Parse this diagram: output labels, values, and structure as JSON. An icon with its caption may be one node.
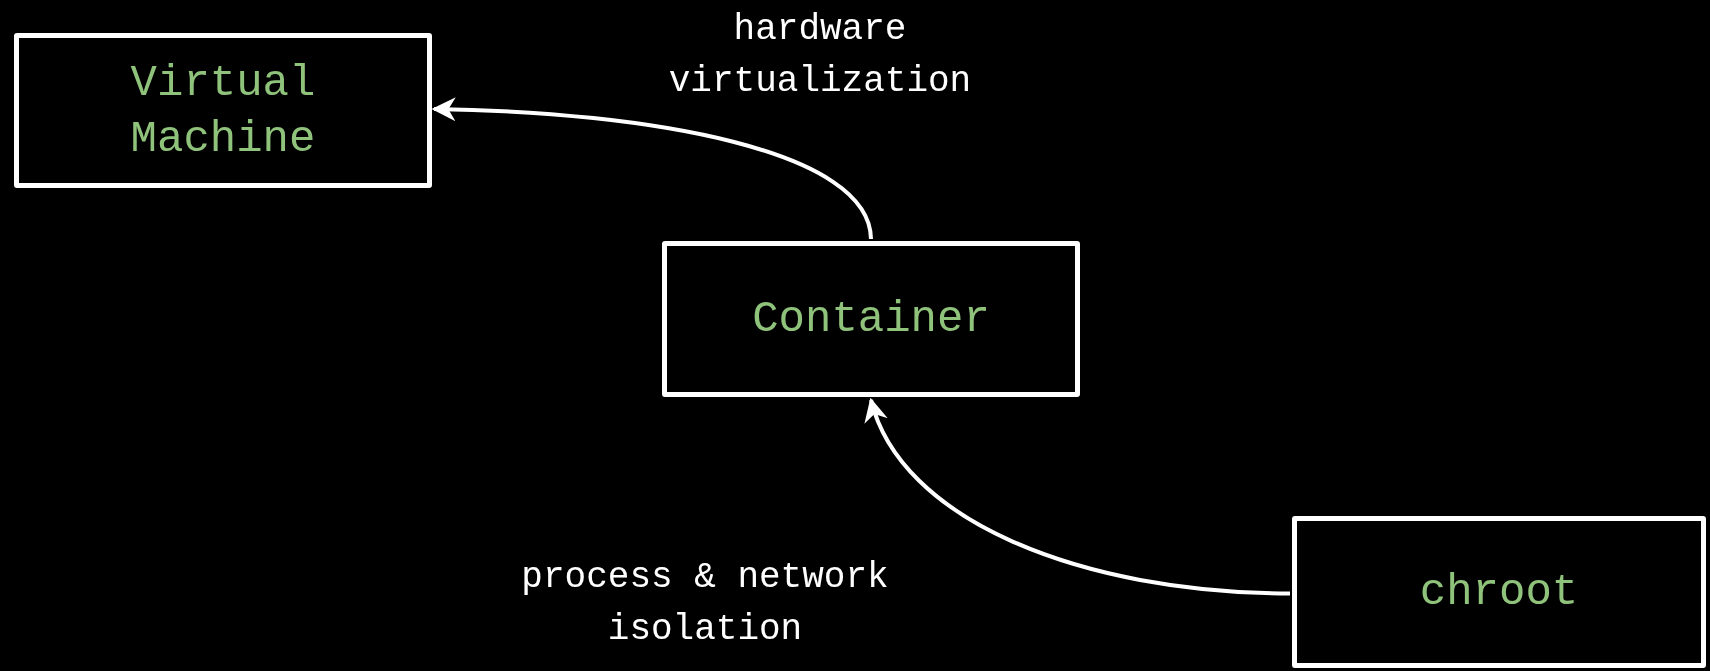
{
  "diagram": {
    "nodes": [
      {
        "text": [
          "Virtual Machine"
        ]
      },
      {
        "text": [
          "Container"
        ]
      },
      {
        "text": [
          "chroot"
        ]
      }
    ],
    "edges": [
      {
        "from": 1,
        "to": 0,
        "arrow": "to",
        "label": "hardware virtualization"
      },
      {
        "from": 2,
        "to": 1,
        "arrow": "to",
        "label": "process & network isolation"
      }
    ]
  }
}
